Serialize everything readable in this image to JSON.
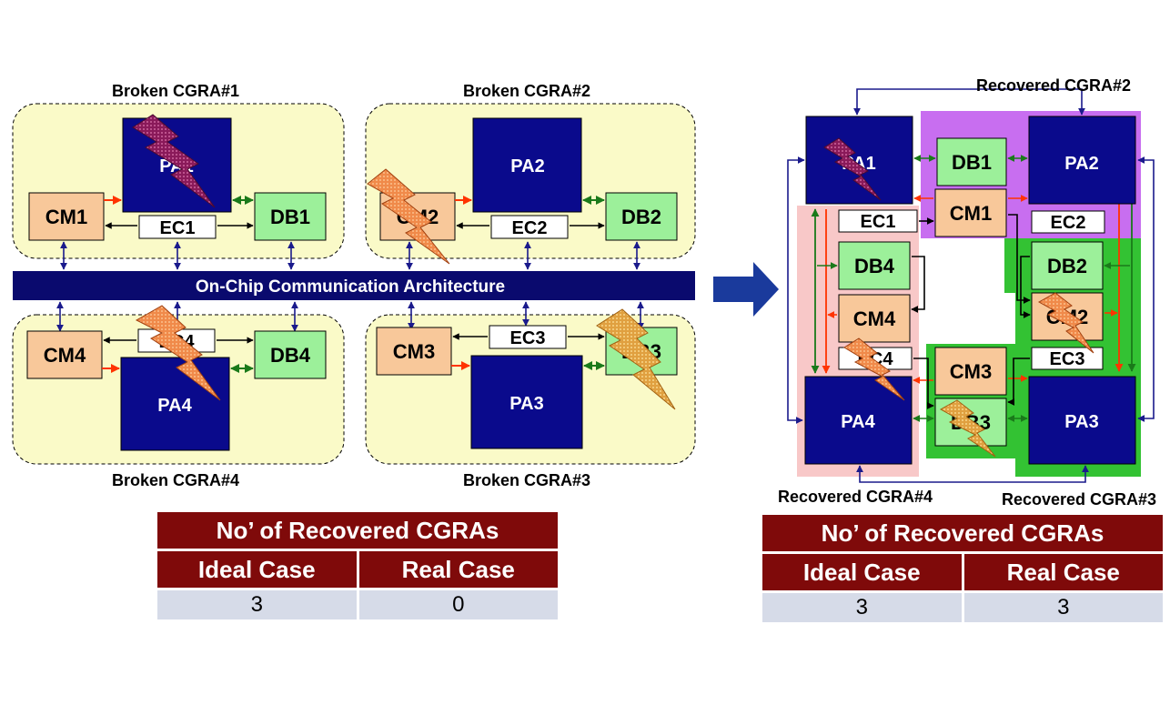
{
  "colors": {
    "pa": "#0a0a8c",
    "cm": "#f8c89a",
    "db": "#9cf09a",
    "ec": "#ffffff",
    "bus": "#0a0a6e",
    "cgra_bg": "#fafac8",
    "header": "#7f0a0a",
    "cell": "#d6dbe8",
    "red_arrow": "#ff3300",
    "green_arrow": "#1a7a1a",
    "blue_arrow": "#1a1a8c",
    "purple_zone": "#c86ef0",
    "green_zone": "#33c233",
    "pink_zone": "#f8c8c8"
  },
  "left": {
    "titles": {
      "cgra1": "Broken CGRA#1",
      "cgra2": "Broken CGRA#2",
      "cgra3": "Broken CGRA#3",
      "cgra4": "Broken CGRA#4"
    },
    "bus": "On-Chip Communication Architecture",
    "cgra1": {
      "pa": "PA1",
      "cm": "CM1",
      "ec": "EC1",
      "db": "DB1"
    },
    "cgra2": {
      "pa": "PA2",
      "cm": "CM2",
      "ec": "EC2",
      "db": "DB2"
    },
    "cgra3": {
      "pa": "PA3",
      "cm": "CM3",
      "ec": "EC3",
      "db": "DB3"
    },
    "cgra4": {
      "pa": "PA4",
      "cm": "CM4",
      "ec": "EC4",
      "db": "DB4"
    },
    "table": {
      "title": "No’ of Recovered CGRAs",
      "col1": "Ideal Case",
      "col2": "Real Case",
      "v1": "3",
      "v2": "0"
    }
  },
  "right": {
    "titles": {
      "cgra2": "Recovered  CGRA#2",
      "cgra3": "Recovered CGRA#3",
      "cgra4": "Recovered CGRA#4"
    },
    "pa1": "PA1",
    "pa2": "PA2",
    "pa3": "PA3",
    "pa4": "PA4",
    "db1": "DB1",
    "db2": "DB2",
    "db3": "DB3",
    "db4": "DB4",
    "cm1": "CM1",
    "cm2": "CM2",
    "cm3": "CM3",
    "cm4": "CM4",
    "ec1": "EC1",
    "ec2": "EC2",
    "ec3": "EC3",
    "ec4": "EC4",
    "table": {
      "title": "No’ of Recovered CGRAs",
      "col1": "Ideal Case",
      "col2": "Real Case",
      "v1": "3",
      "v2": "3"
    }
  }
}
